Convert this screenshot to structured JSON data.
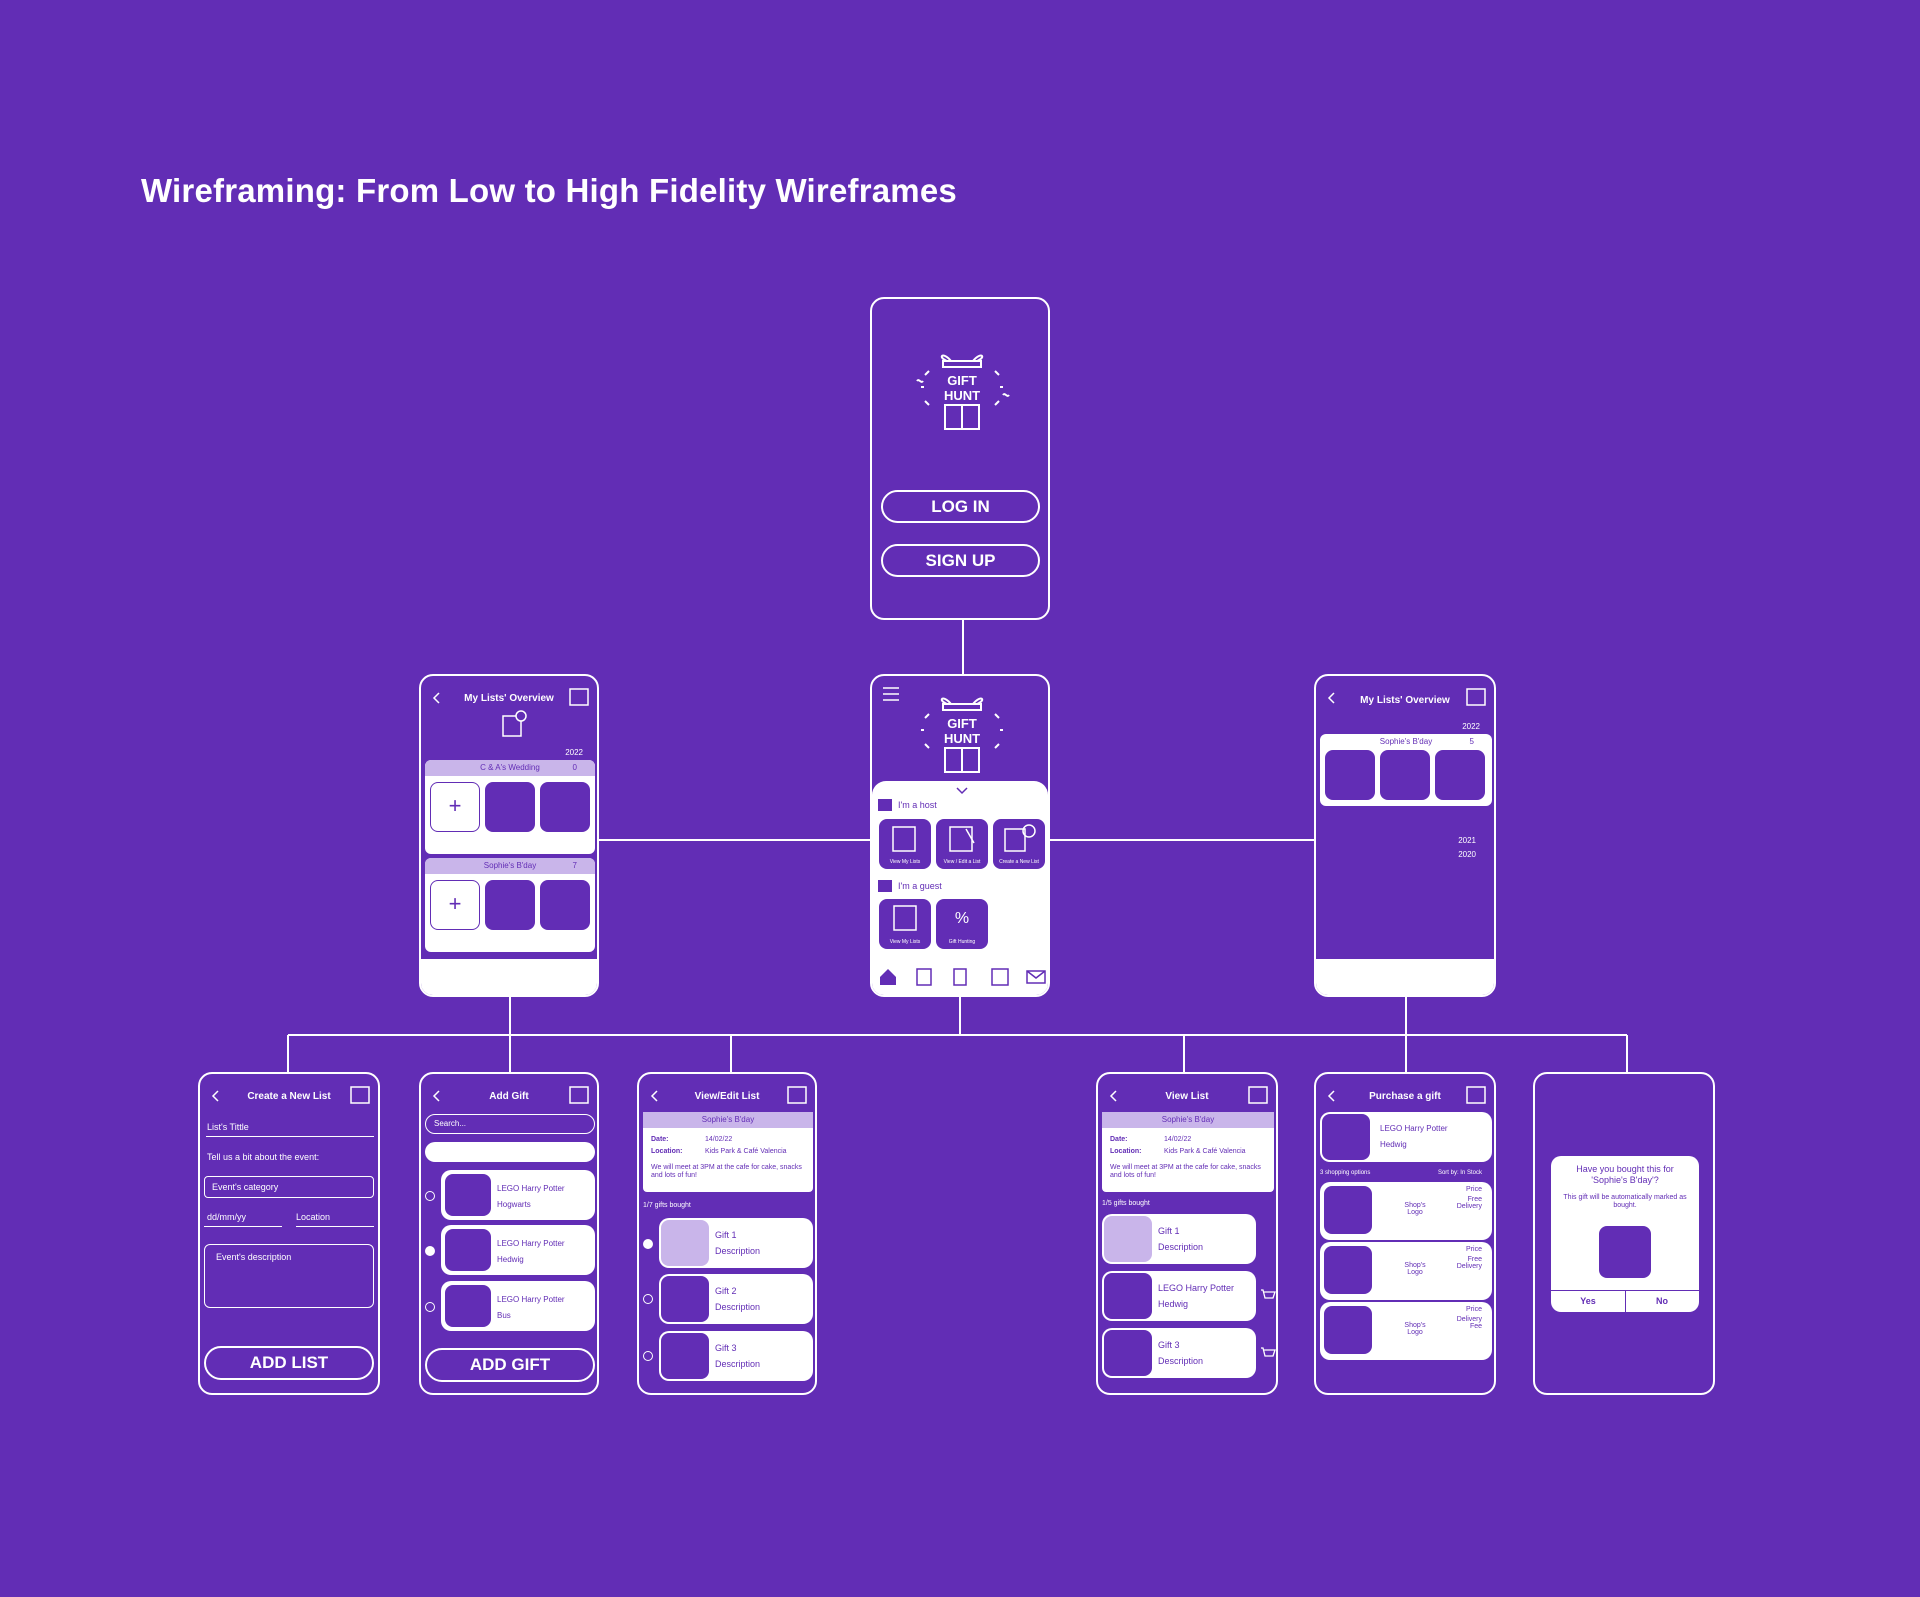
{
  "title": "Wireframing: From Low to High Fidelity Wireframes",
  "colors": {
    "bg": "#622db5",
    "white": "#ffffff",
    "lilac": "#c9b5ea"
  },
  "login": {
    "logo_line1": "GIFT",
    "logo_line2": "HUNT",
    "login": "LOG IN",
    "signup": "SIGN UP"
  },
  "home": {
    "host_label": "I'm a host",
    "guest_label": "I'm a guest",
    "host_tiles": [
      "View My Lists",
      "View / Edit a List",
      "Create a New List"
    ],
    "guest_tiles": [
      "View My Lists",
      "Gift Hunting"
    ]
  },
  "overview_left": {
    "header": "My Lists' Overview",
    "year": "2022",
    "lists": [
      {
        "name": "C & A's Wedding",
        "count": "0"
      },
      {
        "name": "Sophie's B'day",
        "count": "7"
      }
    ]
  },
  "overview_right": {
    "header": "My Lists' Overview",
    "year": "2022",
    "list_name": "Sophie's B'day",
    "count": "5",
    "years_collapsed": [
      "2021",
      "2020"
    ]
  },
  "create_list": {
    "header": "Create a New List",
    "title_field": "List's Tittle",
    "prompt": "Tell us a bit about the event:",
    "category": "Event's category",
    "date": "dd/mm/yy",
    "location": "Location",
    "description": "Event's description",
    "button": "ADD LIST"
  },
  "add_gift": {
    "header": "Add Gift",
    "search": "Search...",
    "items": [
      {
        "name": "LEGO Harry Potter",
        "sub": "Hogwarts"
      },
      {
        "name": "LEGO Harry Potter",
        "sub": "Hedwig"
      },
      {
        "name": "LEGO Harry Potter",
        "sub": "Bus"
      }
    ],
    "button": "ADD GIFT"
  },
  "view_edit": {
    "header": "View/Edit List",
    "list_name": "Sophie's B'day",
    "date_label": "Date:",
    "date": "14/02/22",
    "location_label": "Location:",
    "location": "Kids Park & Café Valencia",
    "note": "We will meet at 3PM at the cafe for cake, snacks and lots of fun!",
    "bought": "1/7 gifts bought",
    "gifts": [
      {
        "name": "Gift 1",
        "sub": "Description"
      },
      {
        "name": "Gift 2",
        "sub": "Description"
      },
      {
        "name": "Gift 3",
        "sub": "Description"
      }
    ]
  },
  "view_list": {
    "header": "View List",
    "list_name": "Sophie's B'day",
    "date_label": "Date:",
    "date": "14/02/22",
    "location_label": "Location:",
    "location": "Kids Park & Café Valencia",
    "note": "We will meet at 3PM at the cafe for cake, snacks and lots of fun!",
    "bought": "1/5 gifts bought",
    "gifts": [
      {
        "name": "Gift 1",
        "sub": "Description"
      },
      {
        "name": "LEGO Harry Potter",
        "sub": "Hedwig"
      },
      {
        "name": "Gift 3",
        "sub": "Description"
      }
    ]
  },
  "purchase": {
    "header": "Purchase a gift",
    "product": "LEGO Harry Potter",
    "product_sub": "Hedwig",
    "options": "3 shopping options",
    "sort": "Sort by: In Stock",
    "shops": [
      {
        "logo": "Shop's Logo",
        "price": "Price",
        "delivery": "Free Delivery"
      },
      {
        "logo": "Shop's Logo",
        "price": "Price",
        "delivery": "Free Delivery"
      },
      {
        "logo": "Shop's Logo",
        "price": "Price",
        "delivery": "Delivery Fee"
      }
    ]
  },
  "dialog": {
    "question": "Have you bought this for 'Sophie's B'day'?",
    "note": "This gift will be automatically marked as bought.",
    "yes": "Yes",
    "no": "No"
  }
}
